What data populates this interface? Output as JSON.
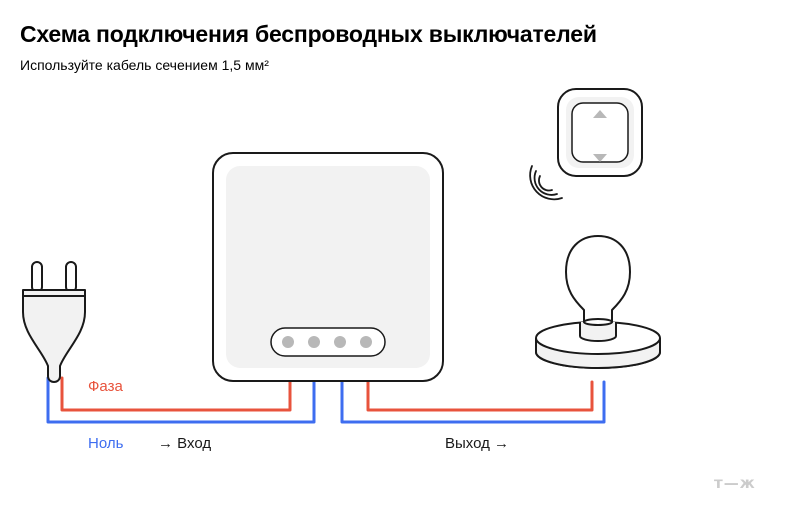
{
  "header": {
    "title": "Схема подключения беспроводных выключателей",
    "subtitle": "Используйте кабель сечением 1,5 мм²"
  },
  "wires": {
    "phase_label": "Фаза",
    "neutral_label": "Ноль",
    "input_label": "→ Вход",
    "output_label": "Выход →"
  },
  "logo": {
    "text": "т—ж"
  },
  "colors": {
    "phase": "#e8533c",
    "neutral": "#3e6df0",
    "outline": "#1a1a1a",
    "panel": "#f2f2f2",
    "logo": "#cccccc"
  },
  "icons": {
    "plug": "power-plug-icon",
    "relay": "wireless-relay-module",
    "switch": "wireless-switch-icon",
    "signal": "radio-signal-icon",
    "lamp": "light-bulb-icon"
  }
}
